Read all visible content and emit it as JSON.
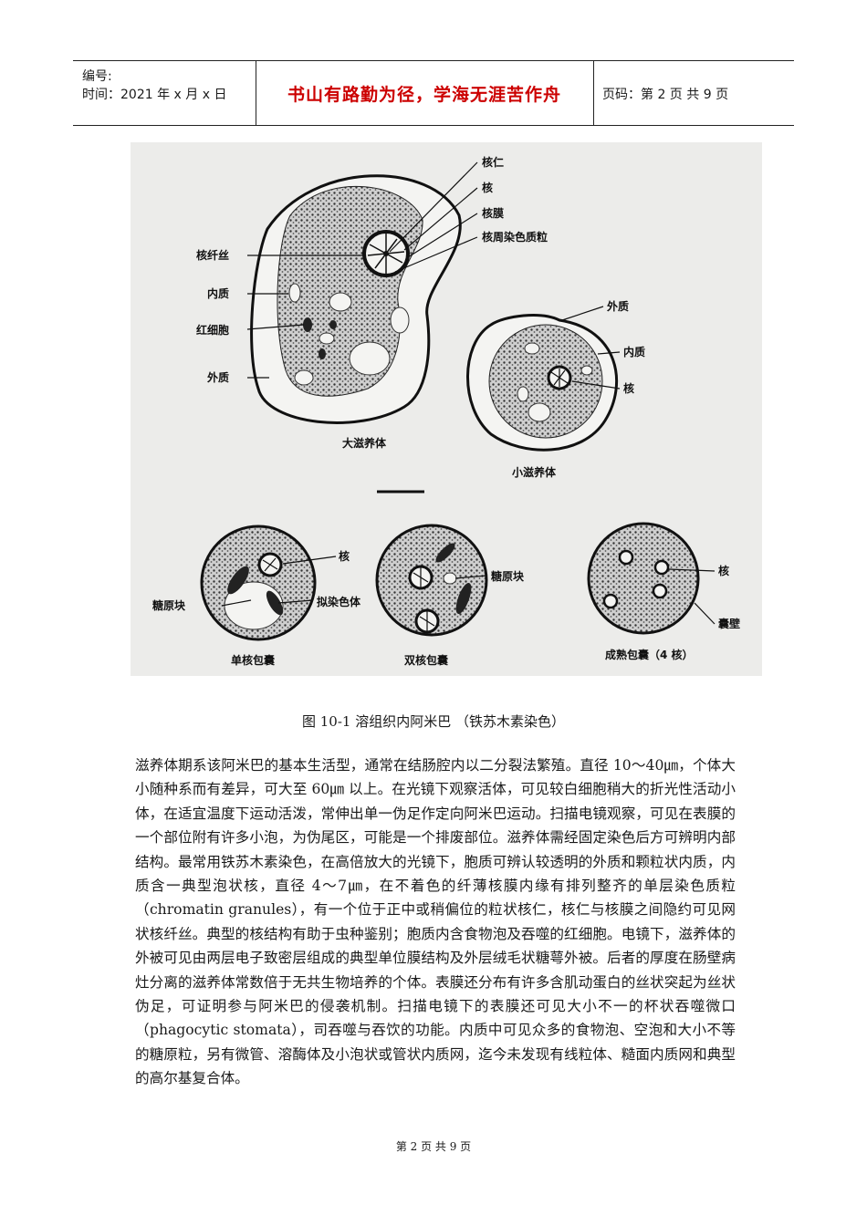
{
  "header": {
    "number_label": "编号:",
    "time_label": "时间：2021 年 x 月 x 日",
    "motto": "书山有路勤为径，学海无涯苦作舟",
    "page_info": "页码：第 2 页  共 9 页"
  },
  "figure": {
    "labels": {
      "nucleolus": "核仁",
      "nucleus": "核",
      "nuclear_membrane": "核膜",
      "peripheral_chromatin": "核周染色质粒",
      "nuclear_fibrils": "核纤丝",
      "endoplasm": "内质",
      "rbc": "红细胞",
      "ectoplasm": "外质",
      "large_trophozoite": "大滋养体",
      "small_ectoplasm": "外质",
      "small_endoplasm": "内质",
      "small_nucleus": "核",
      "small_trophozoite": "小滋养体",
      "cyst_nucleus": "核",
      "glycogen_vacuole": "糖原块",
      "chromatoid_body": "拟染色体",
      "glycogen_vacuole_2": "糖原块",
      "mature_nucleus": "核",
      "cyst_wall": "囊壁",
      "uninucleate_cyst": "单核包囊",
      "binucleate_cyst": "双核包囊",
      "mature_cyst": "成熟包囊（4 核）"
    }
  },
  "caption": "图 10-1  溶组织内阿米巴  （铁苏木素染色）",
  "body_text": "滋养体期系该阿米巴的基本生活型，通常在结肠腔内以二分裂法繁殖。直径 10～40㎛，个体大小随种系而有差异，可大至 60㎛ 以上。在光镜下观察活体，可见较白细胞稍大的折光性活动小体，在适宜温度下运动活泼，常伸出单一伪足作定向阿米巴运动。扫描电镜观察，可见在表膜的一个部位附有许多小泡，为伪尾区，可能是一个排废部位。滋养体需经固定染色后方可辨明内部结构。最常用铁苏木素染色，在高倍放大的光镜下，胞质可辨认较透明的外质和颗粒状内质，内质含一典型泡状核，直径 4～7㎛，在不着色的纤薄核膜内缘有排列整齐的单层染色质粒（chromatin granules），有一个位于正中或稍偏位的粒状核仁，核仁与核膜之间隐约可见网状核纤丝。典型的核结构有助于虫种鉴别；胞质内含食物泡及吞噬的红细胞。电镜下，滋养体的外被可见由两层电子致密层组成的典型单位膜结构及外层绒毛状糖萼外被。后者的厚度在肠壁病灶分离的滋养体常数倍于无共生物培养的个体。表膜还分布有许多含肌动蛋白的丝状突起为丝状伪足，可证明参与阿米巴的侵袭机制。扫描电镜下的表膜还可见大小不一的杯状吞噬微口（phagocytic stomata），司吞噬与吞饮的功能。内质中可见众多的食物泡、空泡和大小不等的糖原粒，另有微管、溶酶体及小泡状或管状内质网，迄今未发现有线粒体、糙面内质网和典型的高尔基复合体。",
  "footer": "第 2 页 共 9 页"
}
